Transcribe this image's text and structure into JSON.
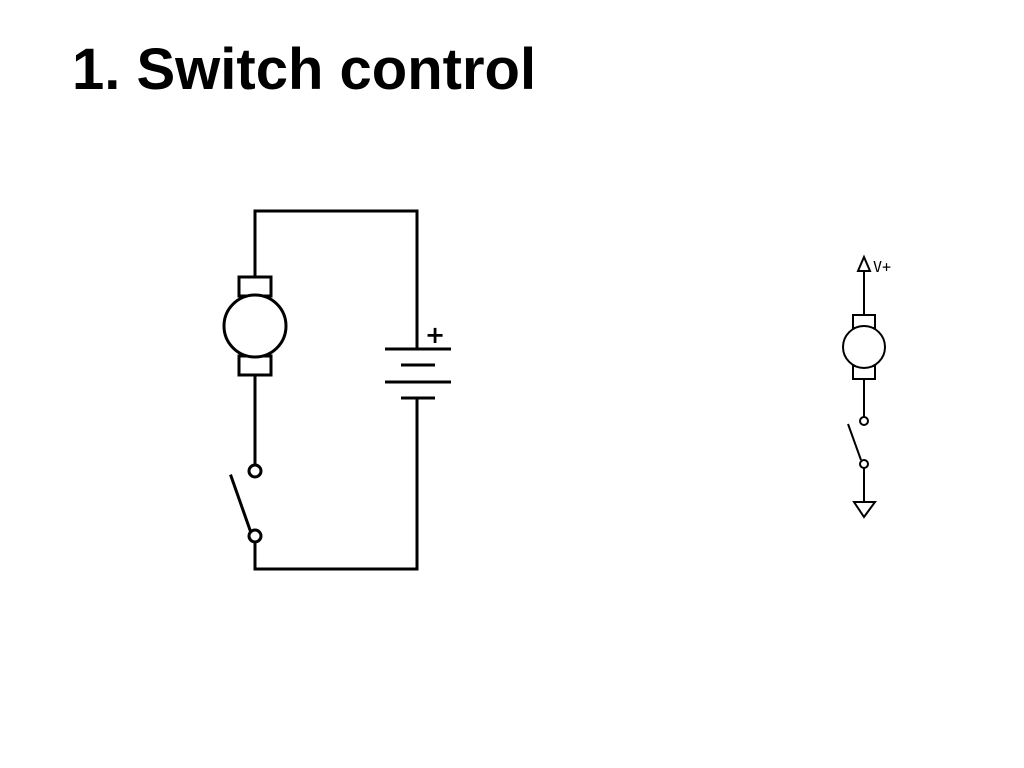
{
  "slide": {
    "title": "1. Switch control"
  },
  "circuit_main": {
    "components": [
      "motor",
      "battery",
      "switch"
    ],
    "battery_sign": "+"
  },
  "circuit_schematic": {
    "components": [
      "supply-rail",
      "motor",
      "switch",
      "ground"
    ],
    "supply_label": "V+"
  }
}
